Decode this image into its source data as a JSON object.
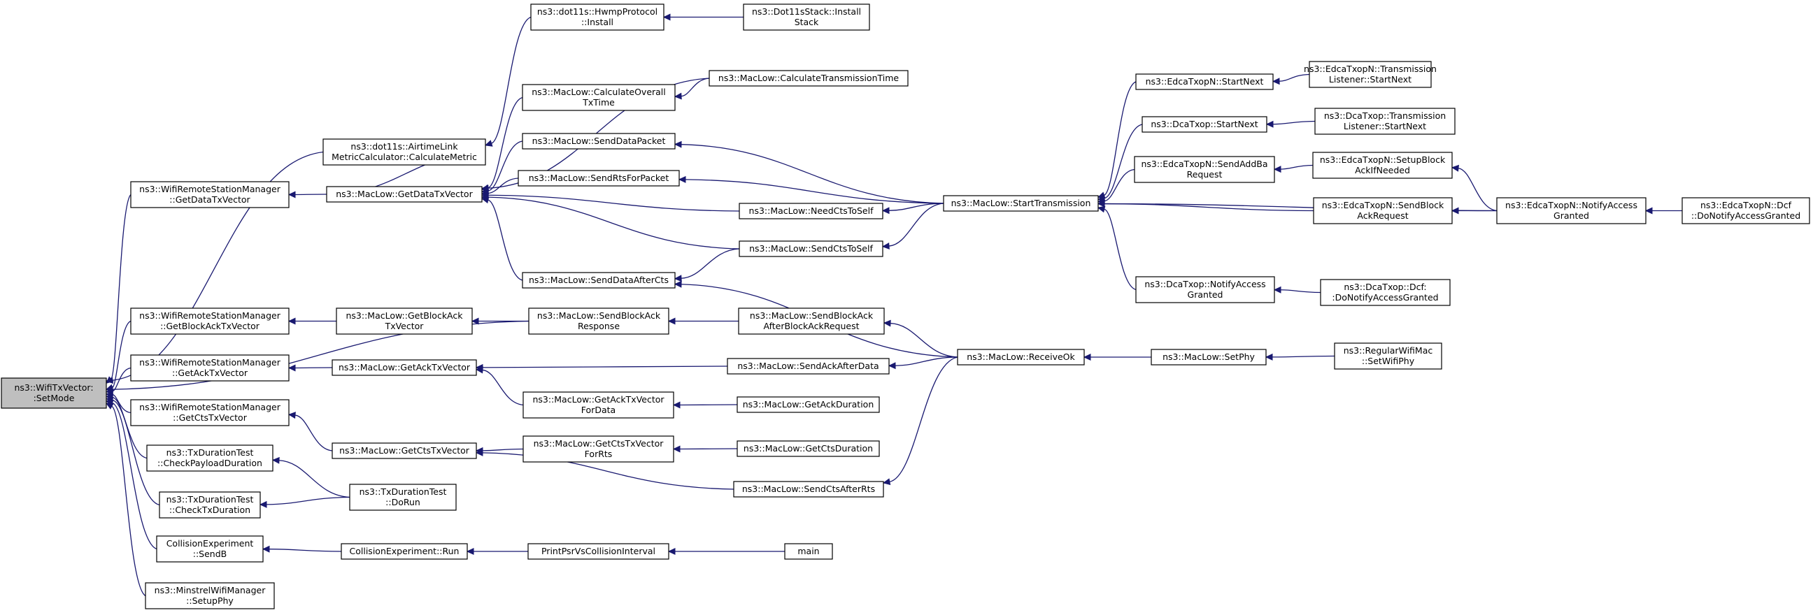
{
  "diagram": {
    "colors": {
      "edge": "#191970",
      "root_fill": "#bfbfbf",
      "node_fill": "#ffffff",
      "node_border": "#000000"
    },
    "nodes": [
      {
        "id": "setmode",
        "lines": [
          "ns3::WifiTxVector:",
          ":SetMode"
        ],
        "root": true
      },
      {
        "id": "dot11s_install",
        "lines": [
          "ns3::dot11s::HwmpProtocol",
          "::Install"
        ]
      },
      {
        "id": "dot11sstack_install",
        "lines": [
          "ns3::Dot11sStack::Install",
          "Stack"
        ]
      },
      {
        "id": "airtime",
        "lines": [
          "ns3::dot11s::AirtimeLink",
          "MetricCalculator::CalculateMetric"
        ]
      },
      {
        "id": "wrsm_getdata",
        "lines": [
          "ns3::WifiRemoteStationManager",
          "::GetDataTxVector"
        ]
      },
      {
        "id": "maclow_getdata",
        "lines": [
          "ns3::MacLow::GetDataTxVector"
        ]
      },
      {
        "id": "calc_overall",
        "lines": [
          "ns3::MacLow::CalculateOverall",
          "TxTime"
        ]
      },
      {
        "id": "calc_trans",
        "lines": [
          "ns3::MacLow::CalculateTransmissionTime"
        ]
      },
      {
        "id": "send_datapacket",
        "lines": [
          "ns3::MacLow::SendDataPacket"
        ]
      },
      {
        "id": "send_rts",
        "lines": [
          "ns3::MacLow::SendRtsForPacket"
        ]
      },
      {
        "id": "needcts",
        "lines": [
          "ns3::MacLow::NeedCtsToSelf"
        ]
      },
      {
        "id": "sendcts_self",
        "lines": [
          "ns3::MacLow::SendCtsToSelf"
        ]
      },
      {
        "id": "senddata_aftercts",
        "lines": [
          "ns3::MacLow::SendDataAfterCts"
        ]
      },
      {
        "id": "start_trans",
        "lines": [
          "ns3::MacLow::StartTransmission"
        ]
      },
      {
        "id": "edca_startnext",
        "lines": [
          "ns3::EdcaTxopN::StartNext"
        ]
      },
      {
        "id": "edca_tl_startnext",
        "lines": [
          "ns3::EdcaTxopN::Transmission",
          "Listener::StartNext"
        ]
      },
      {
        "id": "dca_startnext",
        "lines": [
          "ns3::DcaTxop::StartNext"
        ]
      },
      {
        "id": "dca_tl_startnext",
        "lines": [
          "ns3::DcaTxop::Transmission",
          "Listener::StartNext"
        ]
      },
      {
        "id": "edca_addba",
        "lines": [
          "ns3::EdcaTxopN::SendAddBa",
          "Request"
        ]
      },
      {
        "id": "edca_setupblock",
        "lines": [
          "ns3::EdcaTxopN::SetupBlock",
          "AckIfNeeded"
        ]
      },
      {
        "id": "edca_sendblock",
        "lines": [
          "ns3::EdcaTxopN::SendBlock",
          "AckRequest"
        ]
      },
      {
        "id": "edca_notify",
        "lines": [
          "ns3::EdcaTxopN::NotifyAccess",
          "Granted"
        ]
      },
      {
        "id": "edca_dcf",
        "lines": [
          "ns3::EdcaTxopN::Dcf",
          "::DoNotifyAccessGranted"
        ]
      },
      {
        "id": "dca_notify",
        "lines": [
          "ns3::DcaTxop::NotifyAccess",
          "Granted"
        ]
      },
      {
        "id": "dca_dcf",
        "lines": [
          "ns3::DcaTxop::Dcf:",
          ":DoNotifyAccessGranted"
        ]
      },
      {
        "id": "wrsm_getblock",
        "lines": [
          "ns3::WifiRemoteStationManager",
          "::GetBlockAckTxVector"
        ]
      },
      {
        "id": "maclow_getblock",
        "lines": [
          "ns3::MacLow::GetBlockAck",
          "TxVector"
        ]
      },
      {
        "id": "send_blockack_resp",
        "lines": [
          "ns3::MacLow::SendBlockAck",
          "Response"
        ]
      },
      {
        "id": "send_blockack_after",
        "lines": [
          "ns3::MacLow::SendBlockAck",
          "AfterBlockAckRequest"
        ]
      },
      {
        "id": "receiveok",
        "lines": [
          "ns3::MacLow::ReceiveOk"
        ]
      },
      {
        "id": "setphy",
        "lines": [
          "ns3::MacLow::SetPhy"
        ]
      },
      {
        "id": "regular_setwifiphy",
        "lines": [
          "ns3::RegularWifiMac",
          "::SetWifiPhy"
        ]
      },
      {
        "id": "wrsm_getack",
        "lines": [
          "ns3::WifiRemoteStationManager",
          "::GetAckTxVector"
        ]
      },
      {
        "id": "maclow_getack",
        "lines": [
          "ns3::MacLow::GetAckTxVector"
        ]
      },
      {
        "id": "sendack_afterdata",
        "lines": [
          "ns3::MacLow::SendAckAfterData"
        ]
      },
      {
        "id": "getack_fordata",
        "lines": [
          "ns3::MacLow::GetAckTxVector",
          "ForData"
        ]
      },
      {
        "id": "getackduration",
        "lines": [
          "ns3::MacLow::GetAckDuration"
        ]
      },
      {
        "id": "wrsm_getcts",
        "lines": [
          "ns3::WifiRemoteStationManager",
          "::GetCtsTxVector"
        ]
      },
      {
        "id": "maclow_getcts",
        "lines": [
          "ns3::MacLow::GetCtsTxVector"
        ]
      },
      {
        "id": "getcts_forrts",
        "lines": [
          "ns3::MacLow::GetCtsTxVector",
          "ForRts"
        ]
      },
      {
        "id": "getctsduration",
        "lines": [
          "ns3::MacLow::GetCtsDuration"
        ]
      },
      {
        "id": "sendcts_afterrts",
        "lines": [
          "ns3::MacLow::SendCtsAfterRts"
        ]
      },
      {
        "id": "txdur_payload",
        "lines": [
          "ns3::TxDurationTest",
          "::CheckPayloadDuration"
        ]
      },
      {
        "id": "txdur_check",
        "lines": [
          "ns3::TxDurationTest",
          "::CheckTxDuration"
        ]
      },
      {
        "id": "txdur_dorun",
        "lines": [
          "ns3::TxDurationTest",
          "::DoRun"
        ]
      },
      {
        "id": "coll_sendb",
        "lines": [
          "CollisionExperiment",
          "::SendB"
        ]
      },
      {
        "id": "coll_run",
        "lines": [
          "CollisionExperiment::Run"
        ]
      },
      {
        "id": "printpsr",
        "lines": [
          "PrintPsrVsCollisionInterval"
        ]
      },
      {
        "id": "main",
        "lines": [
          "main"
        ]
      },
      {
        "id": "minstrel_setup",
        "lines": [
          "ns3::MinstrelWifiManager",
          "::SetupPhy"
        ]
      }
    ],
    "edges": [
      {
        "from": "airtime",
        "to": "setmode"
      },
      {
        "from": "wrsm_getdata",
        "to": "setmode"
      },
      {
        "from": "wrsm_getblock",
        "to": "setmode"
      },
      {
        "from": "send_blockack_resp",
        "to": "setmode"
      },
      {
        "from": "wrsm_getack",
        "to": "setmode"
      },
      {
        "from": "wrsm_getcts",
        "to": "setmode"
      },
      {
        "from": "txdur_payload",
        "to": "setmode"
      },
      {
        "from": "txdur_check",
        "to": "setmode"
      },
      {
        "from": "coll_sendb",
        "to": "setmode"
      },
      {
        "from": "minstrel_setup",
        "to": "setmode"
      },
      {
        "from": "dot11s_install",
        "to": "airtime"
      },
      {
        "from": "dot11sstack_install",
        "to": "dot11s_install"
      },
      {
        "from": "maclow_getdata",
        "to": "wrsm_getdata"
      },
      {
        "from": "airtime",
        "to": "maclow_getdata"
      },
      {
        "from": "calc_overall",
        "to": "maclow_getdata"
      },
      {
        "from": "calc_trans",
        "to": "maclow_getdata"
      },
      {
        "from": "send_datapacket",
        "to": "maclow_getdata"
      },
      {
        "from": "send_rts",
        "to": "maclow_getdata"
      },
      {
        "from": "needcts",
        "to": "maclow_getdata"
      },
      {
        "from": "sendcts_self",
        "to": "maclow_getdata"
      },
      {
        "from": "senddata_aftercts",
        "to": "maclow_getdata"
      },
      {
        "from": "calc_trans",
        "to": "calc_overall"
      },
      {
        "from": "start_trans",
        "to": "send_datapacket"
      },
      {
        "from": "start_trans",
        "to": "send_rts"
      },
      {
        "from": "start_trans",
        "to": "needcts"
      },
      {
        "from": "start_trans",
        "to": "sendcts_self"
      },
      {
        "from": "sendcts_self",
        "to": "senddata_aftercts"
      },
      {
        "from": "receiveok",
        "to": "senddata_aftercts"
      },
      {
        "from": "edca_startnext",
        "to": "start_trans"
      },
      {
        "from": "dca_startnext",
        "to": "start_trans"
      },
      {
        "from": "edca_addba",
        "to": "start_trans"
      },
      {
        "from": "edca_sendblock",
        "to": "start_trans"
      },
      {
        "from": "edca_notify",
        "to": "start_trans"
      },
      {
        "from": "dca_notify",
        "to": "start_trans"
      },
      {
        "from": "edca_tl_startnext",
        "to": "edca_startnext"
      },
      {
        "from": "dca_tl_startnext",
        "to": "dca_startnext"
      },
      {
        "from": "edca_setupblock",
        "to": "edca_addba"
      },
      {
        "from": "edca_notify",
        "to": "edca_setupblock"
      },
      {
        "from": "edca_notify",
        "to": "edca_sendblock"
      },
      {
        "from": "edca_dcf",
        "to": "edca_notify"
      },
      {
        "from": "dca_dcf",
        "to": "dca_notify"
      },
      {
        "from": "maclow_getblock",
        "to": "wrsm_getblock"
      },
      {
        "from": "send_blockack_resp",
        "to": "maclow_getblock"
      },
      {
        "from": "send_blockack_after",
        "to": "send_blockack_resp"
      },
      {
        "from": "receiveok",
        "to": "send_blockack_after"
      },
      {
        "from": "setphy",
        "to": "receiveok"
      },
      {
        "from": "regular_setwifiphy",
        "to": "setphy"
      },
      {
        "from": "sendack_afterdata",
        "to": "maclow_getack"
      },
      {
        "from": "receiveok",
        "to": "sendack_afterdata"
      },
      {
        "from": "maclow_getack",
        "to": "wrsm_getack"
      },
      {
        "from": "getack_fordata",
        "to": "maclow_getack"
      },
      {
        "from": "getackduration",
        "to": "getack_fordata"
      },
      {
        "from": "maclow_getcts",
        "to": "wrsm_getcts"
      },
      {
        "from": "getcts_forrts",
        "to": "maclow_getcts"
      },
      {
        "from": "sendcts_afterrts",
        "to": "maclow_getcts"
      },
      {
        "from": "getctsduration",
        "to": "getcts_forrts"
      },
      {
        "from": "receiveok",
        "to": "sendcts_afterrts"
      },
      {
        "from": "txdur_dorun",
        "to": "txdur_payload"
      },
      {
        "from": "txdur_dorun",
        "to": "txdur_check"
      },
      {
        "from": "coll_run",
        "to": "coll_sendb"
      },
      {
        "from": "printpsr",
        "to": "coll_run"
      },
      {
        "from": "main",
        "to": "printpsr"
      }
    ]
  }
}
